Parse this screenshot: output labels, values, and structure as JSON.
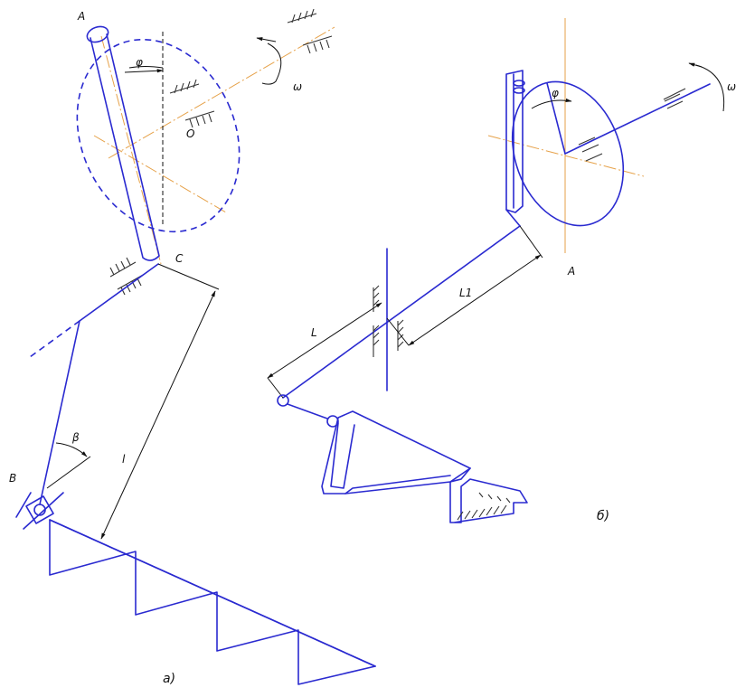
{
  "figure_a": {
    "caption": "a)",
    "labels": {
      "point_a": "A",
      "point_o": "O",
      "point_c": "C",
      "point_b": "B",
      "angle_phi": "φ",
      "angle_beta": "β",
      "omega": "ω",
      "length_l": "l"
    }
  },
  "figure_b": {
    "caption": "б)",
    "labels": {
      "point_a": "A",
      "angle_phi": "φ",
      "omega": "ω",
      "length_l": "L",
      "length_l1": "L1"
    }
  },
  "colors": {
    "mechanism": "#2a2ad0",
    "axis": "#e6a24a",
    "annotation": "#111111"
  }
}
